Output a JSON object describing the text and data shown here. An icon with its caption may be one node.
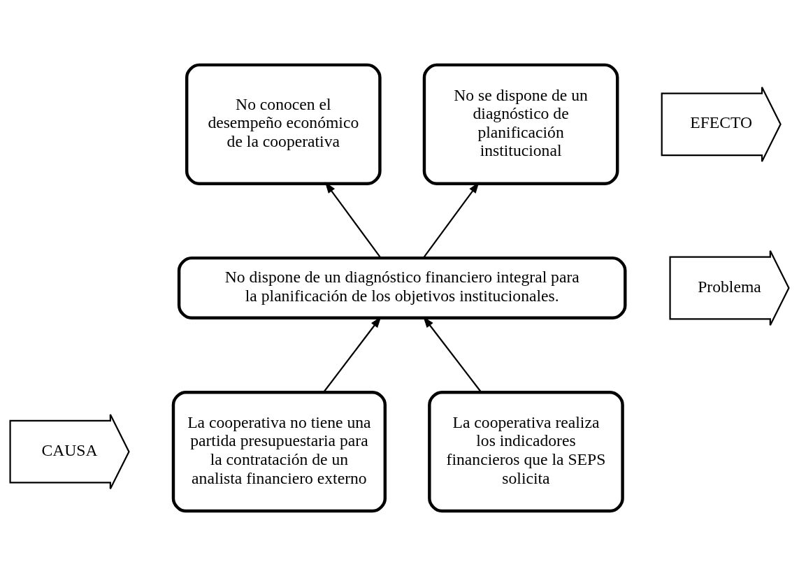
{
  "diagram": {
    "nodes": [
      {
        "text": [
          "EFECTO"
        ]
      },
      {
        "text": [
          "Problema"
        ]
      },
      {
        "text": [
          "CAUSA"
        ]
      },
      {
        "text": [
          "No conocen el desempeño económico de la cooperativa"
        ]
      },
      {
        "text": [
          "No se dispone de un diagnóstico de planificación institucional"
        ]
      },
      {
        "text": [
          "No dispone de un diagnóstico financiero integral para la planificación de los objetivos institucionales."
        ]
      },
      {
        "text": [
          "La cooperativa no tiene una partida presupuestaria para la contratación de un analista financiero externo"
        ]
      },
      {
        "text": [
          "La cooperativa realiza los indicadores financieros que la SEPS solicita"
        ]
      }
    ],
    "edges": [
      {
        "from": 5,
        "to": 3,
        "arrow": "to"
      },
      {
        "from": 5,
        "to": 4,
        "arrow": "to"
      },
      {
        "from": 6,
        "to": 5,
        "arrow": "to"
      },
      {
        "from": 7,
        "to": 5,
        "arrow": "to"
      }
    ]
  }
}
